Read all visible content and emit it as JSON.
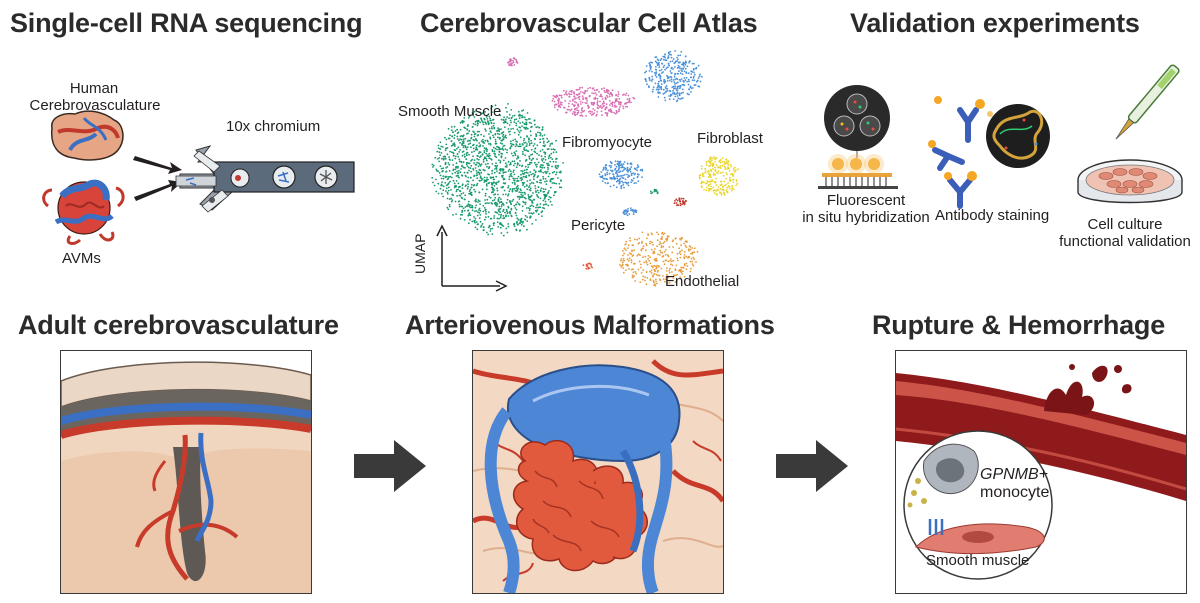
{
  "titles": {
    "scrna": "Single-cell RNA sequencing",
    "atlas": "Cerebrovascular Cell Atlas",
    "validation": "Validation experiments",
    "adult": "Adult cerebrovasculature",
    "avm": "Arteriovenous Malformations",
    "rupture": "Rupture & Hemorrhage"
  },
  "scrna": {
    "human_line1": "Human",
    "human_line2": "Cerebrovasculature",
    "avms": "AVMs",
    "chromium": "10x chromium"
  },
  "atlas": {
    "axis_label": "UMAP",
    "clusters": {
      "smooth_muscle": "Smooth Muscle",
      "fibromyocyte": "Fibromyocyte",
      "fibroblast": "Fibroblast",
      "pericyte": "Pericyte",
      "endothelial": "Endothelial"
    }
  },
  "validation": {
    "fish_line1": "Fluorescent",
    "fish_line2": "in situ hybridization",
    "antibody": "Antibody staining",
    "culture_line1": "Cell culture",
    "culture_line2": "functional validation"
  },
  "rupture": {
    "gene": "GPNMB+",
    "monocyte": "monocyte",
    "smooth_muscle": "Smooth muscle"
  },
  "colors": {
    "smooth_muscle": "#1a9a6c",
    "fibromyocyte": "#d96fb4",
    "fibroblast": "#e8d62e",
    "pericyte": "#4a90d9",
    "endothelial": "#e79b3a",
    "artery": "#c83a2a",
    "vein": "#3b6fc4"
  }
}
